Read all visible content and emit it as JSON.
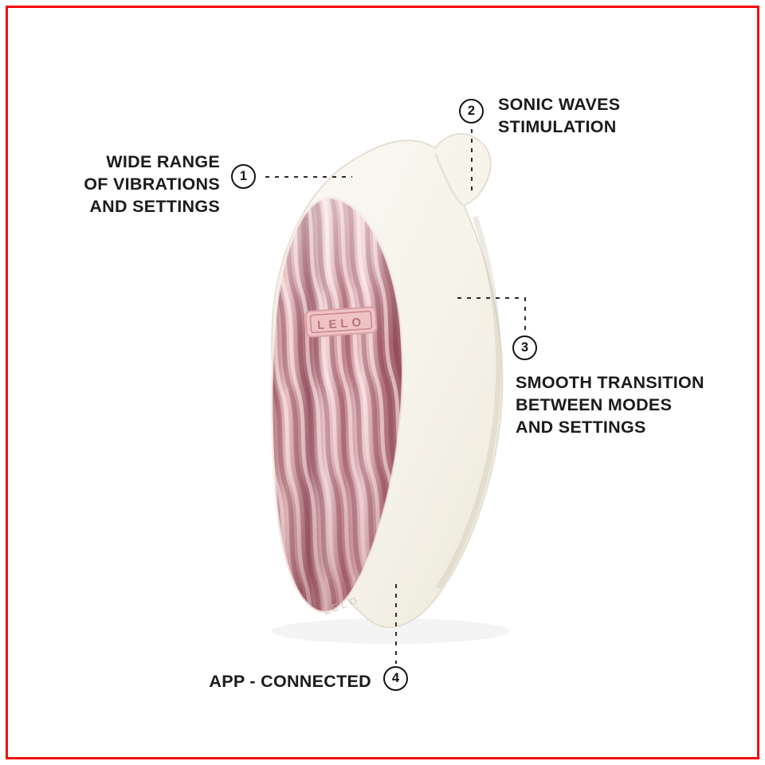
{
  "meta": {
    "type": "product-feature-infographic",
    "frame_border_color": "#f40b0b",
    "background_color": "#ffffff",
    "callout_line_color": "#2b2b2b"
  },
  "product": {
    "logo": "LELO",
    "body_color": "#f7f4ec",
    "face_palette": {
      "highlight": "#f2d3d5",
      "mid": "#c08089",
      "deep": "#9c5a66"
    }
  },
  "callouts": [
    {
      "number": "1",
      "lines": [
        "WIDE RANGE",
        "OF VIBRATIONS",
        "AND SETTINGS"
      ]
    },
    {
      "number": "2",
      "lines": [
        "SONIC WAVES",
        "STIMULATION"
      ]
    },
    {
      "number": "3",
      "lines": [
        "SMOOTH TRANSITION",
        "BETWEEN MODES",
        "AND SETTINGS"
      ]
    },
    {
      "number": "4",
      "lines": [
        "APP - CONNECTED"
      ]
    }
  ]
}
